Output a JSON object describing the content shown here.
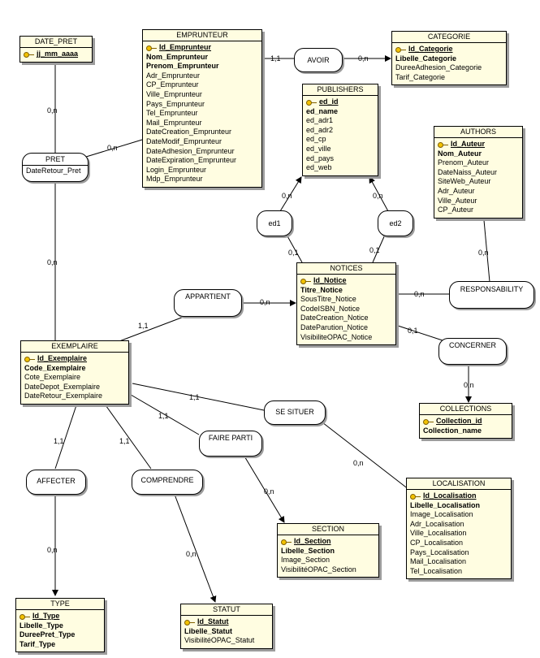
{
  "entities": {
    "date_pret": {
      "title": "DATE_PRET",
      "key": "jj_mm_aaaa",
      "attrs": []
    },
    "emprunteur": {
      "title": "EMPRUNTEUR",
      "key": "Id_Emprunteur",
      "bold": [
        "Nom_Emprunteur",
        "Prenom_Emprunteur"
      ],
      "attrs": [
        "Adr_Emprunteur",
        "CP_Emprunteur",
        "Ville_Emprunteur",
        "Pays_Emprunteur",
        "Tel_Emprunteur",
        "Mail_Emprunteur",
        "DateCreation_Emprunteur",
        "DateModif_Emprunteur",
        "DateAdhesion_Emprunteur",
        "DateExpiration_Emprunteur",
        "Login_Emprunteur",
        "Mdp_Emprunteur"
      ]
    },
    "categorie": {
      "title": "CATEGORIE",
      "key": "Id_Categorie",
      "bold": [
        "Libelle_Categorie"
      ],
      "attrs": [
        "DureeAdhesion_Categorie",
        "Tarif_Categorie"
      ]
    },
    "publishers": {
      "title": "PUBLISHERS",
      "key": "ed_id",
      "bold": [
        "ed_name"
      ],
      "attrs": [
        "ed_adr1",
        "ed_adr2",
        "ed_cp",
        "ed_ville",
        "ed_pays",
        "ed_web"
      ]
    },
    "authors": {
      "title": "AUTHORS",
      "key": "Id_Auteur",
      "bold": [
        "Nom_Auteur"
      ],
      "attrs": [
        "Prenom_Auteur",
        "DateNaiss_Auteur",
        "SiteWeb_Auteur",
        "Adr_Auteur",
        "Ville_Auteur",
        "CP_Auteur"
      ]
    },
    "notices": {
      "title": "NOTICES",
      "key": "Id_Notice",
      "bold": [
        "Titre_Notice"
      ],
      "attrs": [
        "SousTitre_Notice",
        "CodeISBN_Notice",
        "DateCreation_Notice",
        "DateParution_Notice",
        "VisibiliteOPAC_Notice"
      ]
    },
    "exemplaire": {
      "title": "EXEMPLAIRE",
      "key": "Id_Exemplaire",
      "bold": [
        "Code_Exemplaire"
      ],
      "attrs": [
        "Cote_Exemplaire",
        "DateDepot_Exemplaire",
        "DateRetour_Exemplaire"
      ]
    },
    "collections": {
      "title": "COLLECTIONS",
      "key": "Collection_id",
      "bold": [
        "Collection_name"
      ],
      "attrs": []
    },
    "localisation": {
      "title": "LOCALISATION",
      "key": "Id_Localisation",
      "bold": [
        "Libelle_Localisation"
      ],
      "attrs": [
        "Image_Localisation",
        "Adr_Localisation",
        "Ville_Localisation",
        "CP_Localisation",
        "Pays_Localisation",
        "Mail_Localisation",
        "Tel_Localisation"
      ]
    },
    "section": {
      "title": "SECTION",
      "key": "Id_Section",
      "bold": [
        "Libelle_Section"
      ],
      "attrs": [
        "Image_Section",
        "VisibilitéOPAC_Section"
      ]
    },
    "type": {
      "title": "TYPE",
      "key": "Id_Type",
      "bold": [
        "Libelle_Type",
        "DureePret_Type",
        "Tarif_Type"
      ],
      "attrs": []
    },
    "statut": {
      "title": "STATUT",
      "key": "Id_Statut",
      "bold": [
        "Libelle_Statut"
      ],
      "attrs": [
        "VisibilitéOPAC_Statut"
      ]
    }
  },
  "associations": {
    "avoir": {
      "name": "AVOIR"
    },
    "pret": {
      "name": "PRET",
      "attr": "DateRetour_Pret"
    },
    "ed1": {
      "name": "ed1"
    },
    "ed2": {
      "name": "ed2"
    },
    "appartient": {
      "name": "APPARTIENT"
    },
    "responsability": {
      "name": "RESPONSABILITY"
    },
    "concerner": {
      "name": "CONCERNER"
    },
    "se_situer": {
      "name": "SE SITUER"
    },
    "faire_parti": {
      "name": "FAIRE PARTI"
    },
    "affecter": {
      "name": "AFFECTER"
    },
    "comprendre": {
      "name": "COMPRENDRE"
    }
  },
  "cardinalities": {
    "avoir_emprunteur": "1,1",
    "avoir_categorie": "0,n",
    "pret_date": "0,n",
    "pret_emprunteur": "0,n",
    "pret_exemplaire": "0,n",
    "ed1_publishers": "0,n",
    "ed1_notices": "0,1",
    "ed2_publishers": "0,n",
    "ed2_notices": "0,1",
    "appartient_exemplaire": "1,1",
    "appartient_notices": "0,n",
    "responsability_notices": "0,n",
    "responsability_authors": "0,n",
    "concerner_notices": "0,1",
    "concerner_collections": "0,n",
    "se_situer_exemplaire": "1,1",
    "se_situer_localisation": "0,n",
    "faire_parti_exemplaire": "1,1",
    "faire_parti_section": "0,n",
    "affecter_exemplaire": "1,1",
    "affecter_type": "0,n",
    "comprendre_exemplaire": "1,1",
    "comprendre_statut": "0,n"
  }
}
